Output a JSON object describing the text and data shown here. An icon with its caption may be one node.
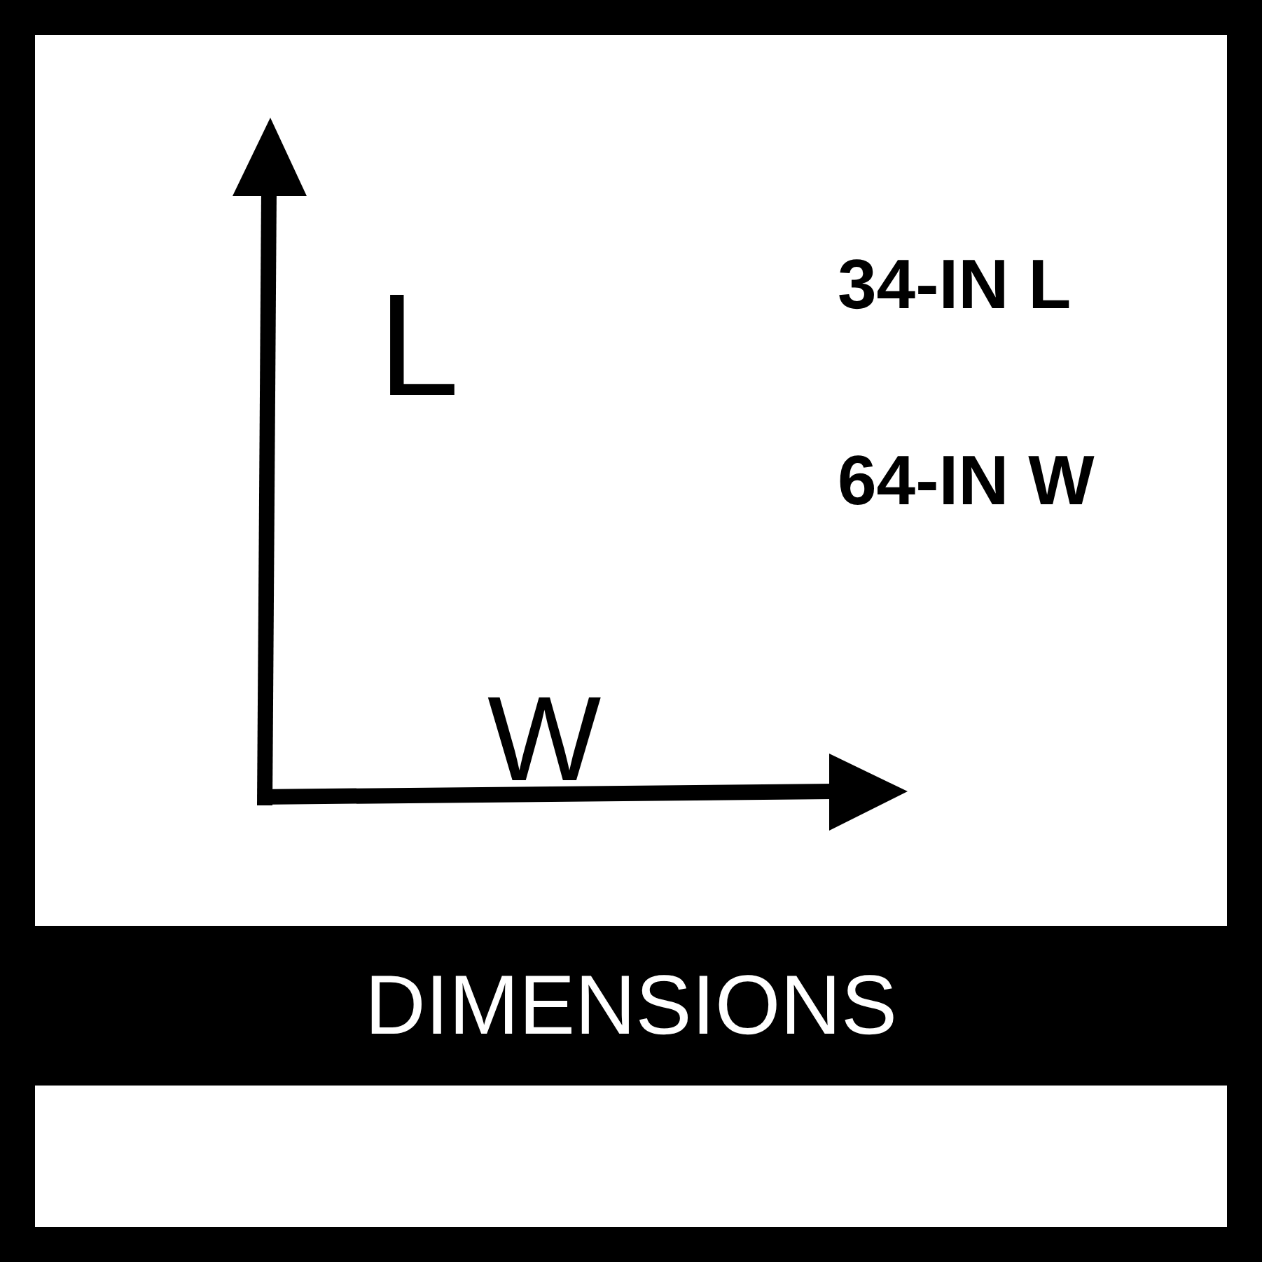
{
  "diagram": {
    "title": "DIMENSIONS",
    "labels": [
      "L",
      "W",
      "34-IN L",
      "64-IN W"
    ]
  }
}
